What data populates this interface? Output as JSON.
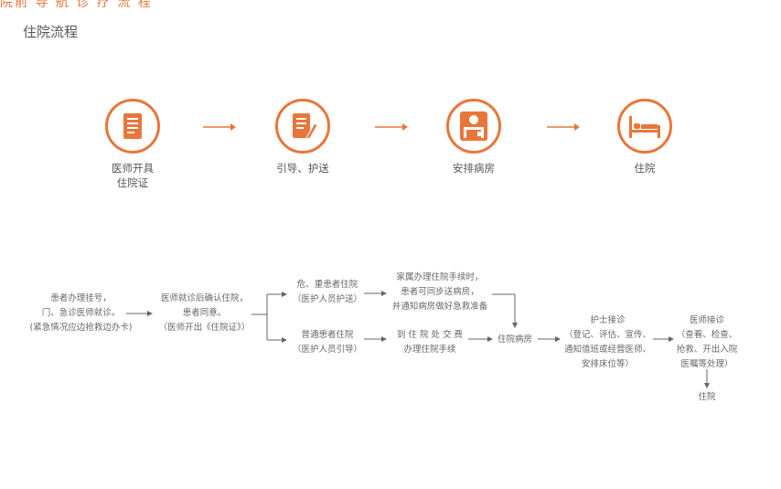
{
  "header": {
    "top_cut_text": "院前 导 航 诊 疗 流 程",
    "title": "住院流程"
  },
  "steps": [
    {
      "label": "医师开具\n住院证",
      "icon": "document-list-icon"
    },
    {
      "label": "引导、护送",
      "icon": "document-pen-icon"
    },
    {
      "label": "安排病房",
      "icon": "nurse-bed-icon"
    },
    {
      "label": "住院",
      "icon": "hospital-bed-icon"
    }
  ],
  "flow": {
    "register": "患者办理挂号，\n门、急诊医师就诊。\n(紧急情况应边抢救边办卡)",
    "doctor_confirm": "医师就诊后确认住院，\n患者同意。\n（医师开出《住院证》）",
    "critical": "危、重患者住院\n（医护人员护送）",
    "family": "家属办理住院手续时，\n患者可同步送病房，\n并通知病房做好急救准备",
    "normal": "普通患者住院\n（医护人员引导）",
    "to_desk": "到 住 院 处 交 费\n办理住院手续",
    "ward": "住院病房",
    "nurse": "护士接诊\n（登记、评估、宣传、\n通知值班或经营医师、\n安排床位等）",
    "doctor_receive": "医师接诊\n（查看、检查、\n抢救、开出入院\n医嘱等处理）",
    "hospitalized": "住院"
  },
  "colors": {
    "accent": "#e8763a",
    "line": "#666666"
  }
}
